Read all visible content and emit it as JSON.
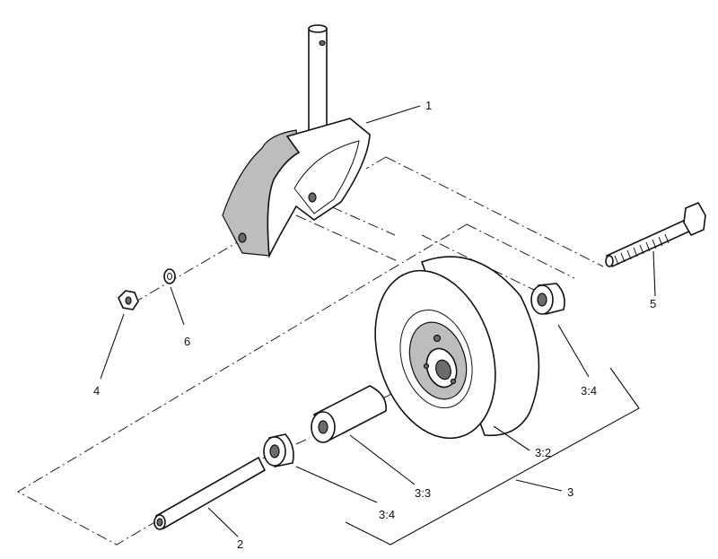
{
  "callouts": {
    "c1": "1",
    "c2": "2",
    "c3": "3",
    "c3_2": "3:2",
    "c3_3": "3:3",
    "c3_4_right": "3:4",
    "c3_4_left": "3:4",
    "c4": "4",
    "c5": "5",
    "c6": "6"
  }
}
